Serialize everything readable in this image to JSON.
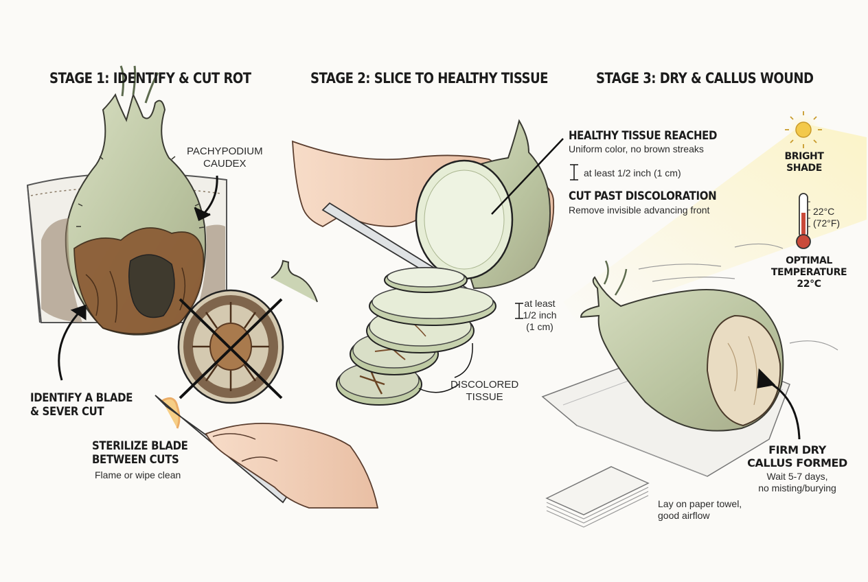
{
  "stages": [
    {
      "title": "STAGE 1: IDENTIFY & CUT ROT"
    },
    {
      "title": "STAGE 2: SLICE TO HEALTHY TISSUE"
    },
    {
      "title": "STAGE 3: DRY & CALLUS WOUND"
    }
  ],
  "stage1": {
    "caudex_label": "PACHYPODIUM\nCAUDEX",
    "identify_label": "IDENTIFY A BLADE\n& SEVER CUT",
    "sterilize_title": "STERILIZE BLADE\nBETWEEN CUTS",
    "sterilize_sub": "Flame or wipe clean"
  },
  "stage2": {
    "healthy_title": "HEALTHY TISSUE REACHED",
    "healthy_sub": "Uniform color, no brown streaks",
    "measure_top": "at least 1/2 inch (1 cm)",
    "cut_past_title": "CUT PAST DISCOLORATION",
    "cut_past_sub": "Remove invisible advancing front",
    "measure_side": "at least\n1/2 inch\n(1 cm)",
    "discolored_label": "DISCOLORED\nTISSUE"
  },
  "stage3": {
    "light_label": "BRIGHT\nSHADE",
    "temp_reading": "22°C\n(72°F)",
    "temp_title": "OPTIMAL\nTEMPERATURE\n22°C",
    "callus_title": "FIRM DRY\nCALLUS FORMED",
    "callus_sub": "Wait 5-7 days,\nno misting/burying",
    "towel_label": "Lay on paper towel,\ngood airflow"
  },
  "colors": {
    "ink": "#1b1b1b",
    "healthy_green": "#c9d6b0",
    "rot_brown": "#7a4e2c",
    "sun_yellow": "#f3c94a",
    "thermo_red": "#c94a3a"
  }
}
